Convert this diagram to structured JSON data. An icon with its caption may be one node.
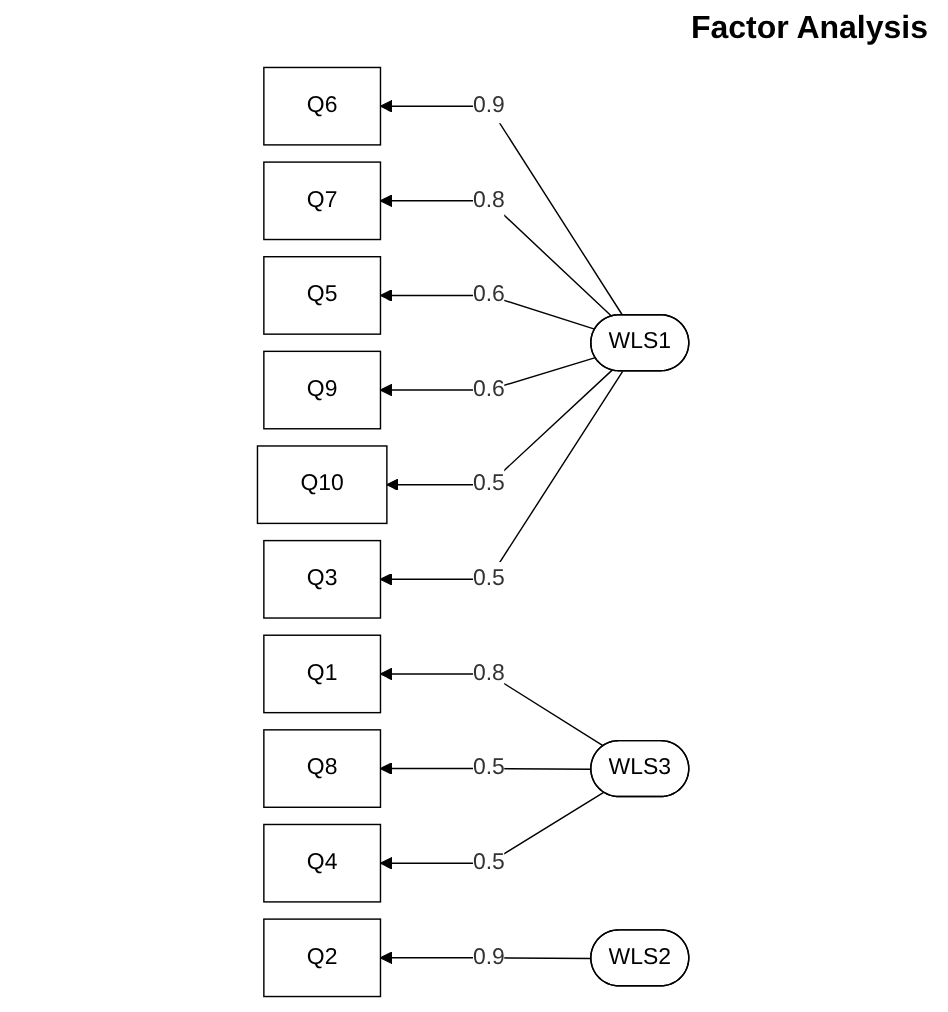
{
  "diagram": {
    "title": "Factor Analysis",
    "nodes": [
      {
        "text": [
          "Q6"
        ]
      },
      {
        "text": [
          "Q7"
        ]
      },
      {
        "text": [
          "Q5"
        ]
      },
      {
        "text": [
          "Q9"
        ]
      },
      {
        "text": [
          "Q10"
        ]
      },
      {
        "text": [
          "Q3"
        ]
      },
      {
        "text": [
          "Q1"
        ]
      },
      {
        "text": [
          "Q8"
        ]
      },
      {
        "text": [
          "Q4"
        ]
      },
      {
        "text": [
          "Q2"
        ]
      },
      {
        "text": [
          "WLS1"
        ]
      },
      {
        "text": [
          "WLS3"
        ]
      },
      {
        "text": [
          "WLS2"
        ]
      }
    ],
    "edges": [
      {
        "from": 10,
        "to": 0,
        "arrow": "to",
        "label": "0.9"
      },
      {
        "from": 10,
        "to": 1,
        "arrow": "to",
        "label": "0.8"
      },
      {
        "from": 10,
        "to": 2,
        "arrow": "to",
        "label": "0.6"
      },
      {
        "from": 10,
        "to": 3,
        "arrow": "to",
        "label": "0.6"
      },
      {
        "from": 10,
        "to": 4,
        "arrow": "to",
        "label": "0.5"
      },
      {
        "from": 10,
        "to": 5,
        "arrow": "to",
        "label": "0.5"
      },
      {
        "from": 11,
        "to": 6,
        "arrow": "to",
        "label": "0.8"
      },
      {
        "from": 11,
        "to": 7,
        "arrow": "to",
        "label": "0.5"
      },
      {
        "from": 11,
        "to": 8,
        "arrow": "to",
        "label": "0.5"
      },
      {
        "from": 12,
        "to": 9,
        "arrow": "to",
        "label": "0.9"
      }
    ]
  }
}
